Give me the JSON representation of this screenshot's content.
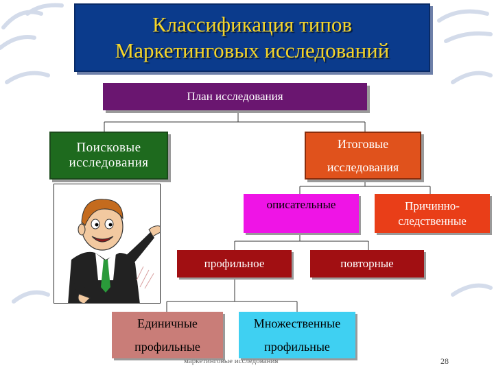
{
  "title": {
    "line1": "Классификация типов",
    "line2": "Маркетинговых исследований"
  },
  "nodes": {
    "plan": "План исследования",
    "search": {
      "line1": "Поисковые",
      "line2": "исследования"
    },
    "final": {
      "line1": "Итоговые",
      "line2": "исследования"
    },
    "descriptive": "описательные",
    "causal": {
      "line1": "Причинно-",
      "line2": "следственные"
    },
    "profile": "профильное",
    "repeat": "повторные",
    "single": {
      "line1": "Единичные",
      "line2": "профильные"
    },
    "multiple": {
      "line1": "Множественные",
      "line2": "профильные"
    }
  },
  "footer": "маркетинговые исследования",
  "page_number": "28",
  "colors": {
    "title_bg": "#0b3b8c",
    "title_text": "#f5d52a",
    "plan": "#6a1670",
    "search": "#1e6a1e",
    "final": "#e0521c",
    "descriptive": "#ef14e6",
    "causal": "#e93e18",
    "profile": "#a10f12",
    "single": "#c97d78",
    "multiple": "#3fd0f2"
  },
  "illustration": "cartoon-man-pointing"
}
